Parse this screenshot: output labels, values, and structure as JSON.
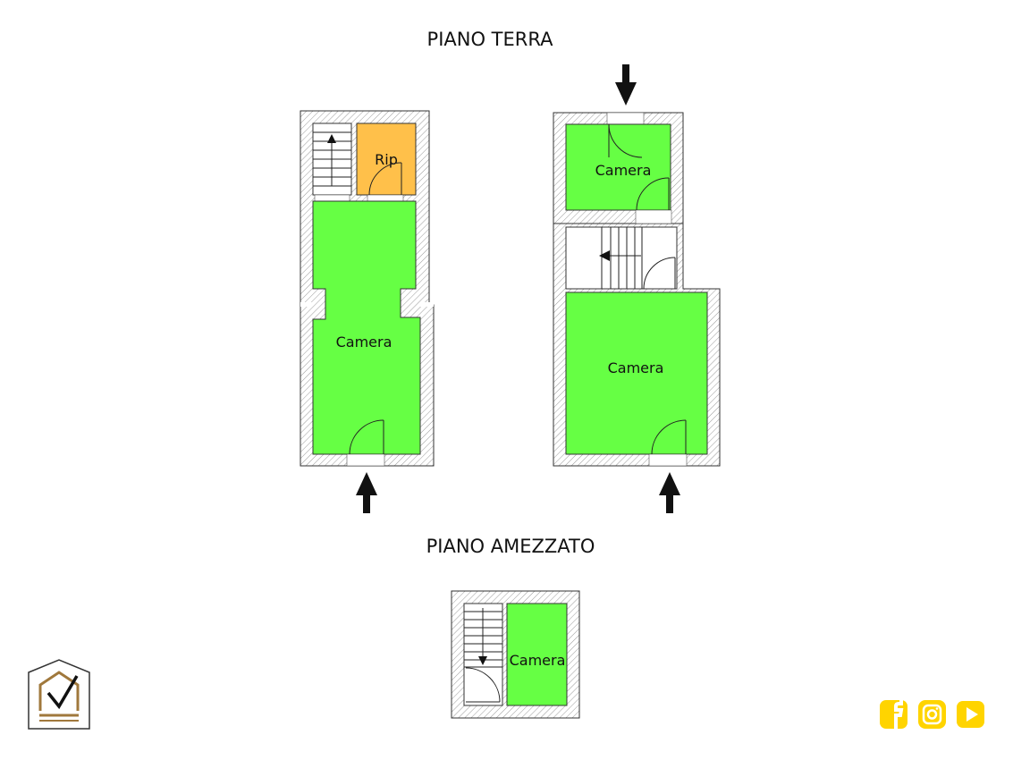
{
  "titles": {
    "ground_floor": "PIANO TERRA",
    "mezzanine": "PIANO AMEZZATO"
  },
  "rooms": {
    "left_storage": "Rip",
    "left_room": "Camera",
    "right_top_room": "Camera",
    "right_bottom_room": "Camera",
    "mezzanine_room": "Camera"
  },
  "colors": {
    "room_green": "#66FF44",
    "storage_orange": "#FFC04A",
    "wall_hatch": "#9a9a9a",
    "logo_brown": "#a0783c",
    "social_yellow": "#FFD400"
  },
  "icons": {
    "logo": "house-check-icon",
    "social": [
      "facebook-icon",
      "instagram-icon",
      "youtube-icon"
    ]
  }
}
